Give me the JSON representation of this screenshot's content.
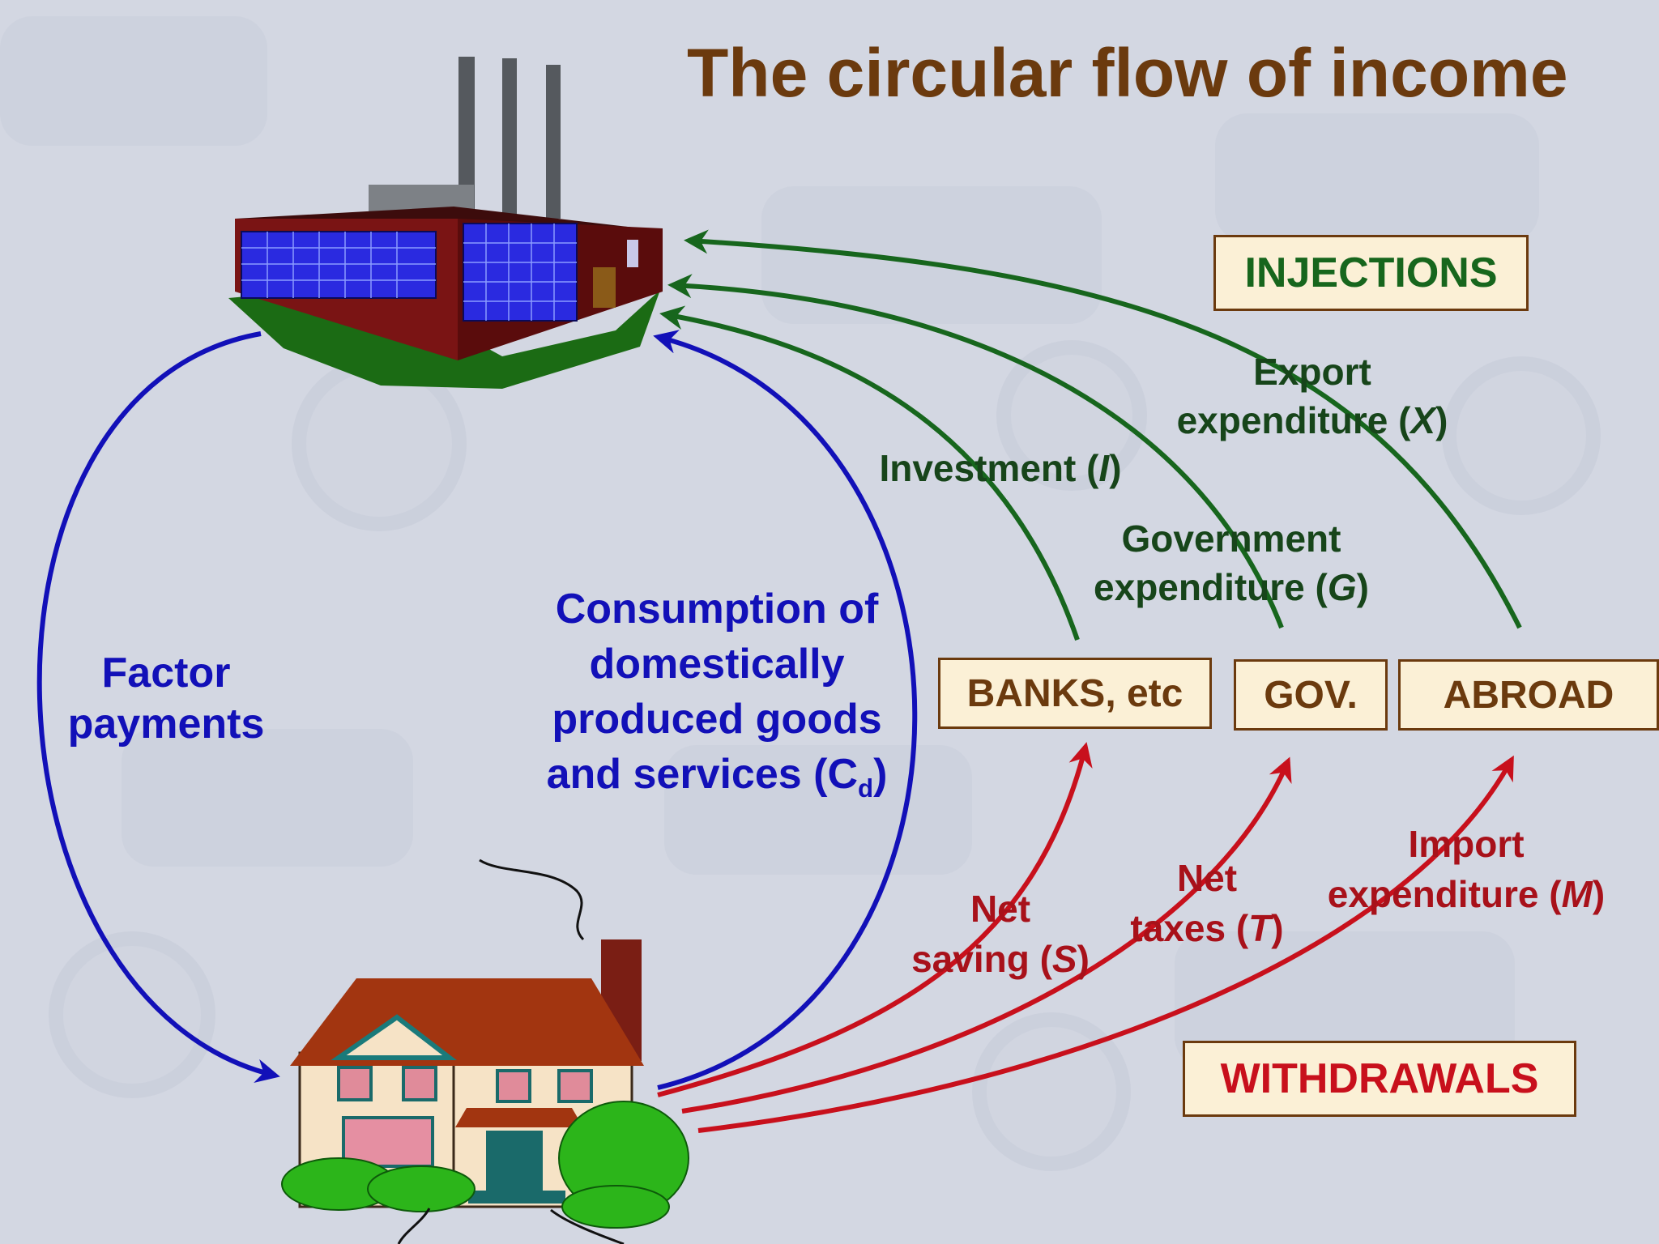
{
  "title": "The circular flow of income",
  "boxes": {
    "injections": "INJECTIONS",
    "withdrawals": "WITHDRAWALS",
    "banks": "BANKS, etc",
    "gov": "GOV.",
    "abroad": "ABROAD"
  },
  "flows": {
    "factor_payments": [
      "Factor",
      "payments"
    ],
    "consumption": {
      "lines": [
        "Consumption of",
        "domestically",
        "produced goods"
      ],
      "last_prefix": "and services (C",
      "last_sub": "d",
      "last_suffix": ")"
    },
    "investment": {
      "prefix": "Investment (",
      "var": "I",
      "suffix": ")"
    },
    "government": {
      "line1": "Government",
      "prefix": "expenditure (",
      "var": "G",
      "suffix": ")"
    },
    "export": {
      "line1": "Export",
      "prefix": "expenditure (",
      "var": "X",
      "suffix": ")"
    },
    "saving": {
      "line1": "Net",
      "prefix": "saving (",
      "var": "S",
      "suffix": ")"
    },
    "taxes": {
      "line1": "Net",
      "prefix": "taxes (",
      "var": "T",
      "suffix": ")"
    },
    "imports": {
      "line1": "Import",
      "prefix": "expenditure (",
      "var": "M",
      "suffix": ")"
    }
  },
  "colors": {
    "title": "#6b3a0e",
    "circular_flow": "#1210b8",
    "injections": "#17661d",
    "withdrawals": "#c8101c"
  },
  "icons": [
    "factory-icon",
    "house-icon"
  ]
}
